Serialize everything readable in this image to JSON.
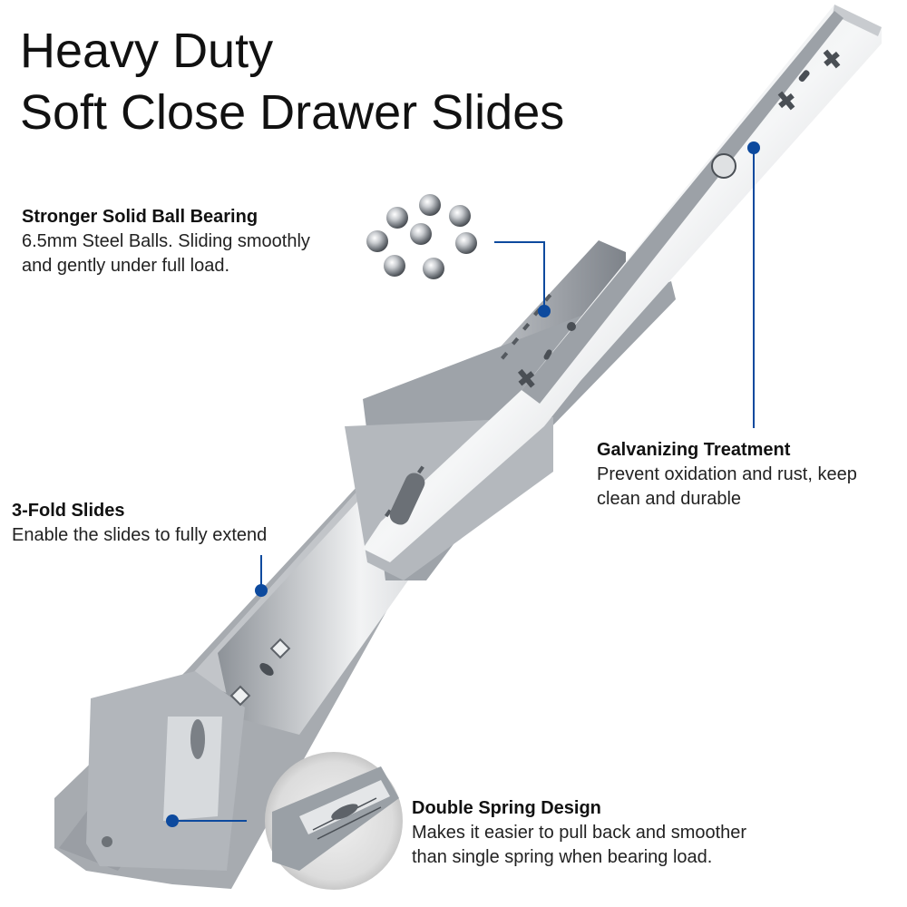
{
  "title": {
    "line1": "Heavy Duty",
    "line2": "Soft Close Drawer Slides"
  },
  "callouts": {
    "ball_bearing": {
      "heading": "Stronger Solid Ball Bearing",
      "text": "6.5mm Steel Balls. Sliding smoothly\nand gently under full load."
    },
    "galvanizing": {
      "heading": "Galvanizing Treatment",
      "text": "Prevent oxidation and rust, keep\nclean and durable"
    },
    "three_fold": {
      "heading": "3-Fold Slides",
      "text": "Enable the slides to fully extend"
    },
    "double_spring": {
      "heading": "Double Spring Design",
      "text": "Makes it easier to pull back and smoother\nthan single spring when bearing load."
    }
  },
  "colors": {
    "accent": "#0d4a9e",
    "steel_light": "#e6e8ea",
    "steel_mid": "#b9bdc2",
    "steel_dark": "#6e7379"
  }
}
